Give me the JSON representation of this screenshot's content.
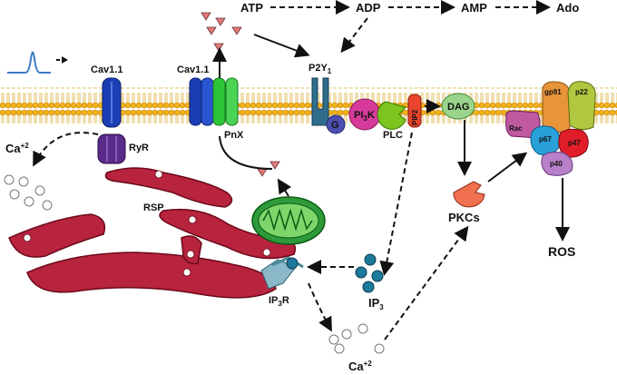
{
  "labels": {
    "atp": "ATP",
    "adp": "ADP",
    "amp": "AMP",
    "ado": "Ado",
    "cav_left": "Cav1.1",
    "cav_mid": "Cav1.1",
    "p2y1_main": "P2Y",
    "p2y1_sub": "1",
    "pnx": "PnX",
    "ryr": "RyR",
    "rsp": "RSP",
    "g": "G",
    "pi3k_main": "PI",
    "pi3k_sub": "3",
    "pi3k_tail": "K",
    "plc": "PLC",
    "pip2": "PIP2",
    "dag": "DAG",
    "gp91": "gp91",
    "p22": "p22",
    "rac": "Rac",
    "p67": "p67",
    "p47": "p47",
    "p40": "p40",
    "ros": "ROS",
    "pkcs": "PKCs",
    "ip3_main": "IP",
    "ip3_sub": "3",
    "ip3r_a": "IP",
    "ip3r_sub": "3",
    "ip3r_b": "R",
    "ca_left_main": "Ca",
    "ca_left_sup": "+2",
    "ca_bottom_main": "Ca",
    "ca_bottom_sup": "+2"
  },
  "colors": {
    "membrane_head": "#f2b21c",
    "membrane_tail": "#e8c85a",
    "cav": "#1a3fb5",
    "pnx": "#2ec43a",
    "p2y1": "#2f6d8c",
    "g_protein": "#4a4fb0",
    "pi3k": "#d63a9a",
    "plc": "#7cc41e",
    "pip2": "#e8442e",
    "dag": "#9ad48a",
    "ryr": "#5a2c8a",
    "reticulum": "#b8233e",
    "mitochondria": "#2f9a3a",
    "ip3": "#1d7a9a",
    "pkc": "#f07050",
    "gp91": "#e8943a",
    "p22": "#b0c840",
    "rac": "#c05aa0",
    "p67": "#2aa0d8",
    "p47": "#e01e2a",
    "p40": "#b880c8",
    "atp_triangle": "#e07a7a"
  }
}
